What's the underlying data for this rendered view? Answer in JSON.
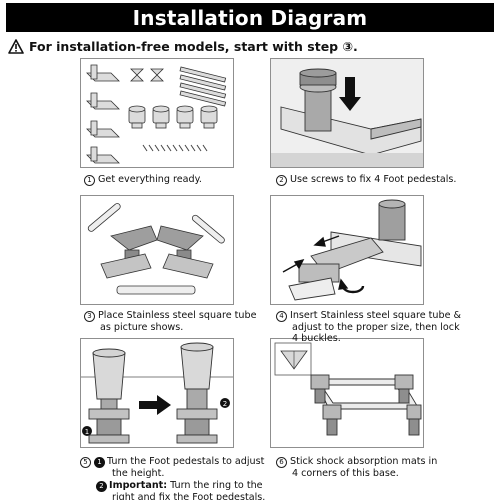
{
  "banner": {
    "title": "Installation Diagram"
  },
  "note": {
    "text": "For installation-free models, start with step ③."
  },
  "steps": [
    {
      "number": "1",
      "text": "Get everything ready."
    },
    {
      "number": "2",
      "text": "Use screws to fix 4 Foot pedestals."
    },
    {
      "number": "3",
      "line1": "Place Stainless steel square tube",
      "line2": "as picture shows."
    },
    {
      "number": "4",
      "line1": "Insert Stainless steel square tube &",
      "line2": "adjust to the proper size, then lock",
      "line3": "4 buckles."
    },
    {
      "number": "5",
      "sub1_mark": "1",
      "line1": "Turn the Foot pedestals to adjust",
      "line2": "the height.",
      "sub2_mark": "2",
      "important_label": "Important:",
      "line3": "Turn the ring to the",
      "line4": "right and fix the Foot pedestals."
    },
    {
      "number": "6",
      "line1": "Stick shock absorption mats in",
      "line2": "4 corners of this base."
    }
  ],
  "diagram_callouts": {
    "marker_1": "1",
    "marker_2": "2"
  },
  "colors": {
    "banner_bg": "#000000",
    "banner_text": "#ffffff",
    "panel_border": "#8f8f8f",
    "part_fill": "#d9d9d9",
    "part_stroke": "#333333"
  }
}
